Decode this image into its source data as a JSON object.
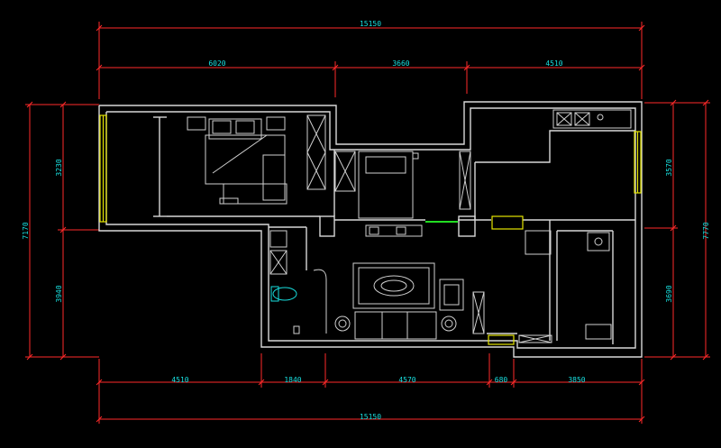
{
  "dimensions": {
    "top_total": "15150",
    "top_segment_1": "6020",
    "top_segment_2": "3660",
    "top_segment_3": "4510",
    "left_total": "7170",
    "left_upper": "3230",
    "left_lower": "3940",
    "right_total": "7770",
    "right_upper": "3570",
    "right_lower": "3690",
    "bottom_segment_1": "4510",
    "bottom_segment_2": "1840",
    "bottom_segment_3": "4570",
    "bottom_segment_4": "680",
    "bottom_segment_5": "3850",
    "bottom_total": "15150"
  },
  "colors": {
    "background": "#000000",
    "dimension_lines": "#ff2a2a",
    "dimension_text": "#18e0e0",
    "walls": "#d8d8d8",
    "windows": "#e6e600",
    "door_marker": "#22dd22"
  }
}
